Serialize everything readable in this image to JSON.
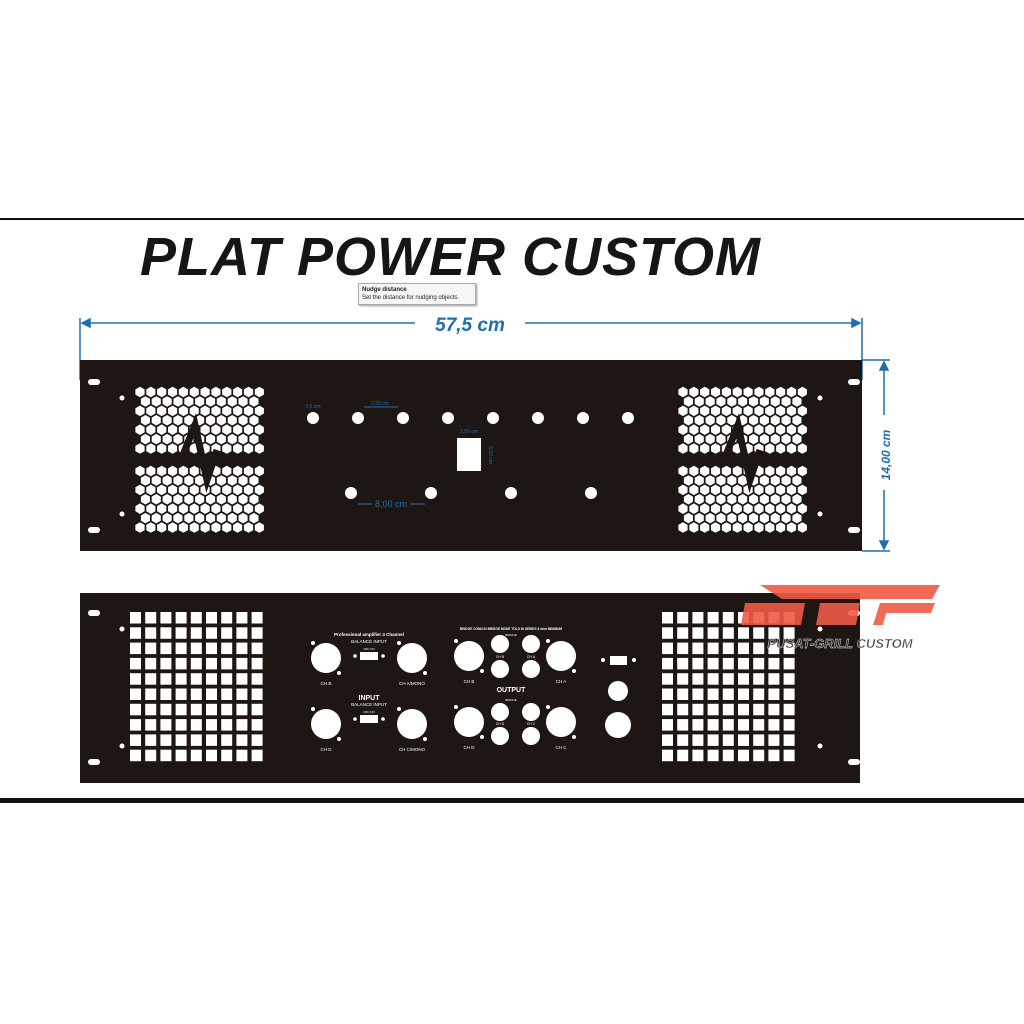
{
  "title": "PLAT POWER CUSTOM",
  "tooltip": {
    "heading": "Nudge distance",
    "text": "Set the distance for nudging objects."
  },
  "dimensions": {
    "width": "57,5 cm",
    "height": "14,00 cm",
    "hole_diameter": "0,5 cm",
    "hole_spacing": "2,50 cm",
    "bottom_spacing": "8,00 cm",
    "rect_width": "2,50 cm",
    "rect_height": "3,50 cm"
  },
  "colors": {
    "panel": "#1e1613",
    "dimension": "#1f6fae",
    "logo": "#ef5a45"
  },
  "rear_panel": {
    "heading_left": "Professional amplifier 4 Channel",
    "heading_right": "BRIDGE CONN IN BRIDGE MODE TOLD IN SERIES 8 ohm MINIMUM",
    "balance_input": "BALANCE INPUT",
    "switch_label": "OFF  ON",
    "input": "INPUT",
    "output": "OUTPUT",
    "bridge": "BRIDGE",
    "left_labels": [
      "CH B",
      "CH A/MONO",
      "CH D",
      "CH C/MONO"
    ],
    "right_labels": [
      "CH B",
      "CH A",
      "CH D",
      "CH C"
    ],
    "speakon_labels": [
      "CH B",
      "CH A",
      "CH D",
      "CH C"
    ]
  },
  "logo": {
    "mark": "PGC",
    "text": "PUSAT-GRILL CUSTOM"
  }
}
